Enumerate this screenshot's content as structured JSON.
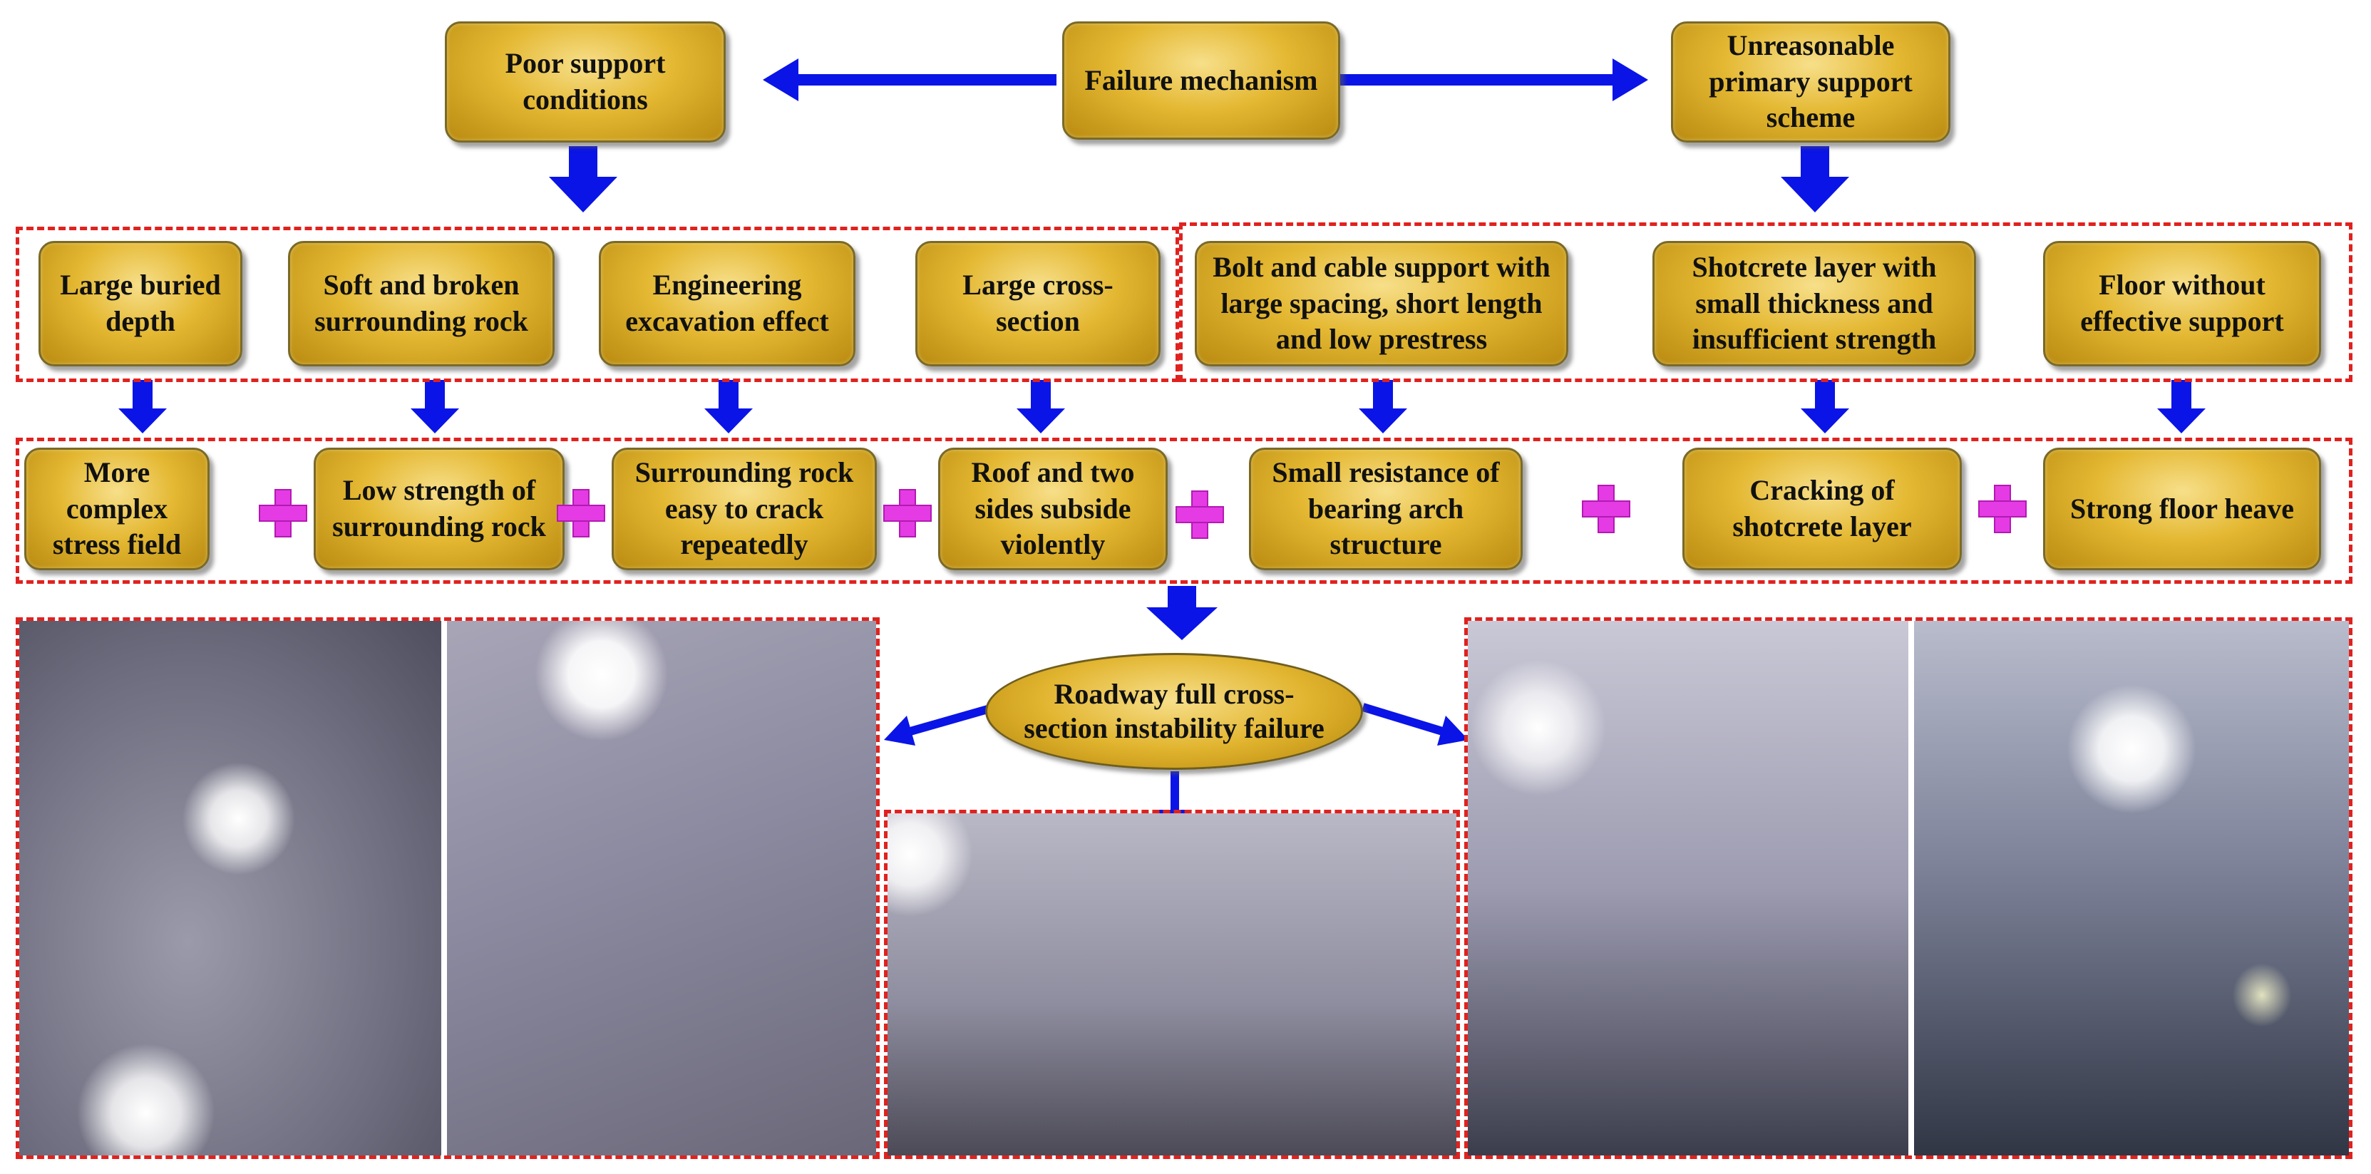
{
  "root": "Failure mechanism",
  "branches": {
    "left": "Poor support conditions",
    "right": "Unreasonable primary support scheme"
  },
  "causes": [
    "Large buried depth",
    "Soft and broken surrounding rock",
    "Engineering excavation effect",
    "Large cross-section",
    "Bolt and cable support with large spacing, short length and low prestress",
    "Shotcrete layer with small thickness and insufficient strength",
    "Floor without effective support"
  ],
  "effects": [
    "More complex stress field",
    "Low strength of surrounding rock",
    "Surrounding rock easy to crack repeatedly",
    "Roof and two sides subside violently",
    "Small resistance of bearing arch structure",
    "Cracking of shotcrete layer",
    "Strong floor heave"
  ],
  "result": "Roadway full cross-section instability failure",
  "colors": {
    "box_fill": "#e4b832",
    "box_border": "#7a6a28",
    "arrow": "#0a14e6",
    "dash": "#e0221f",
    "plus": "#e43be4"
  },
  "icons": [
    "block-arrow-down",
    "arrow-left",
    "arrow-right",
    "plus-icon"
  ]
}
